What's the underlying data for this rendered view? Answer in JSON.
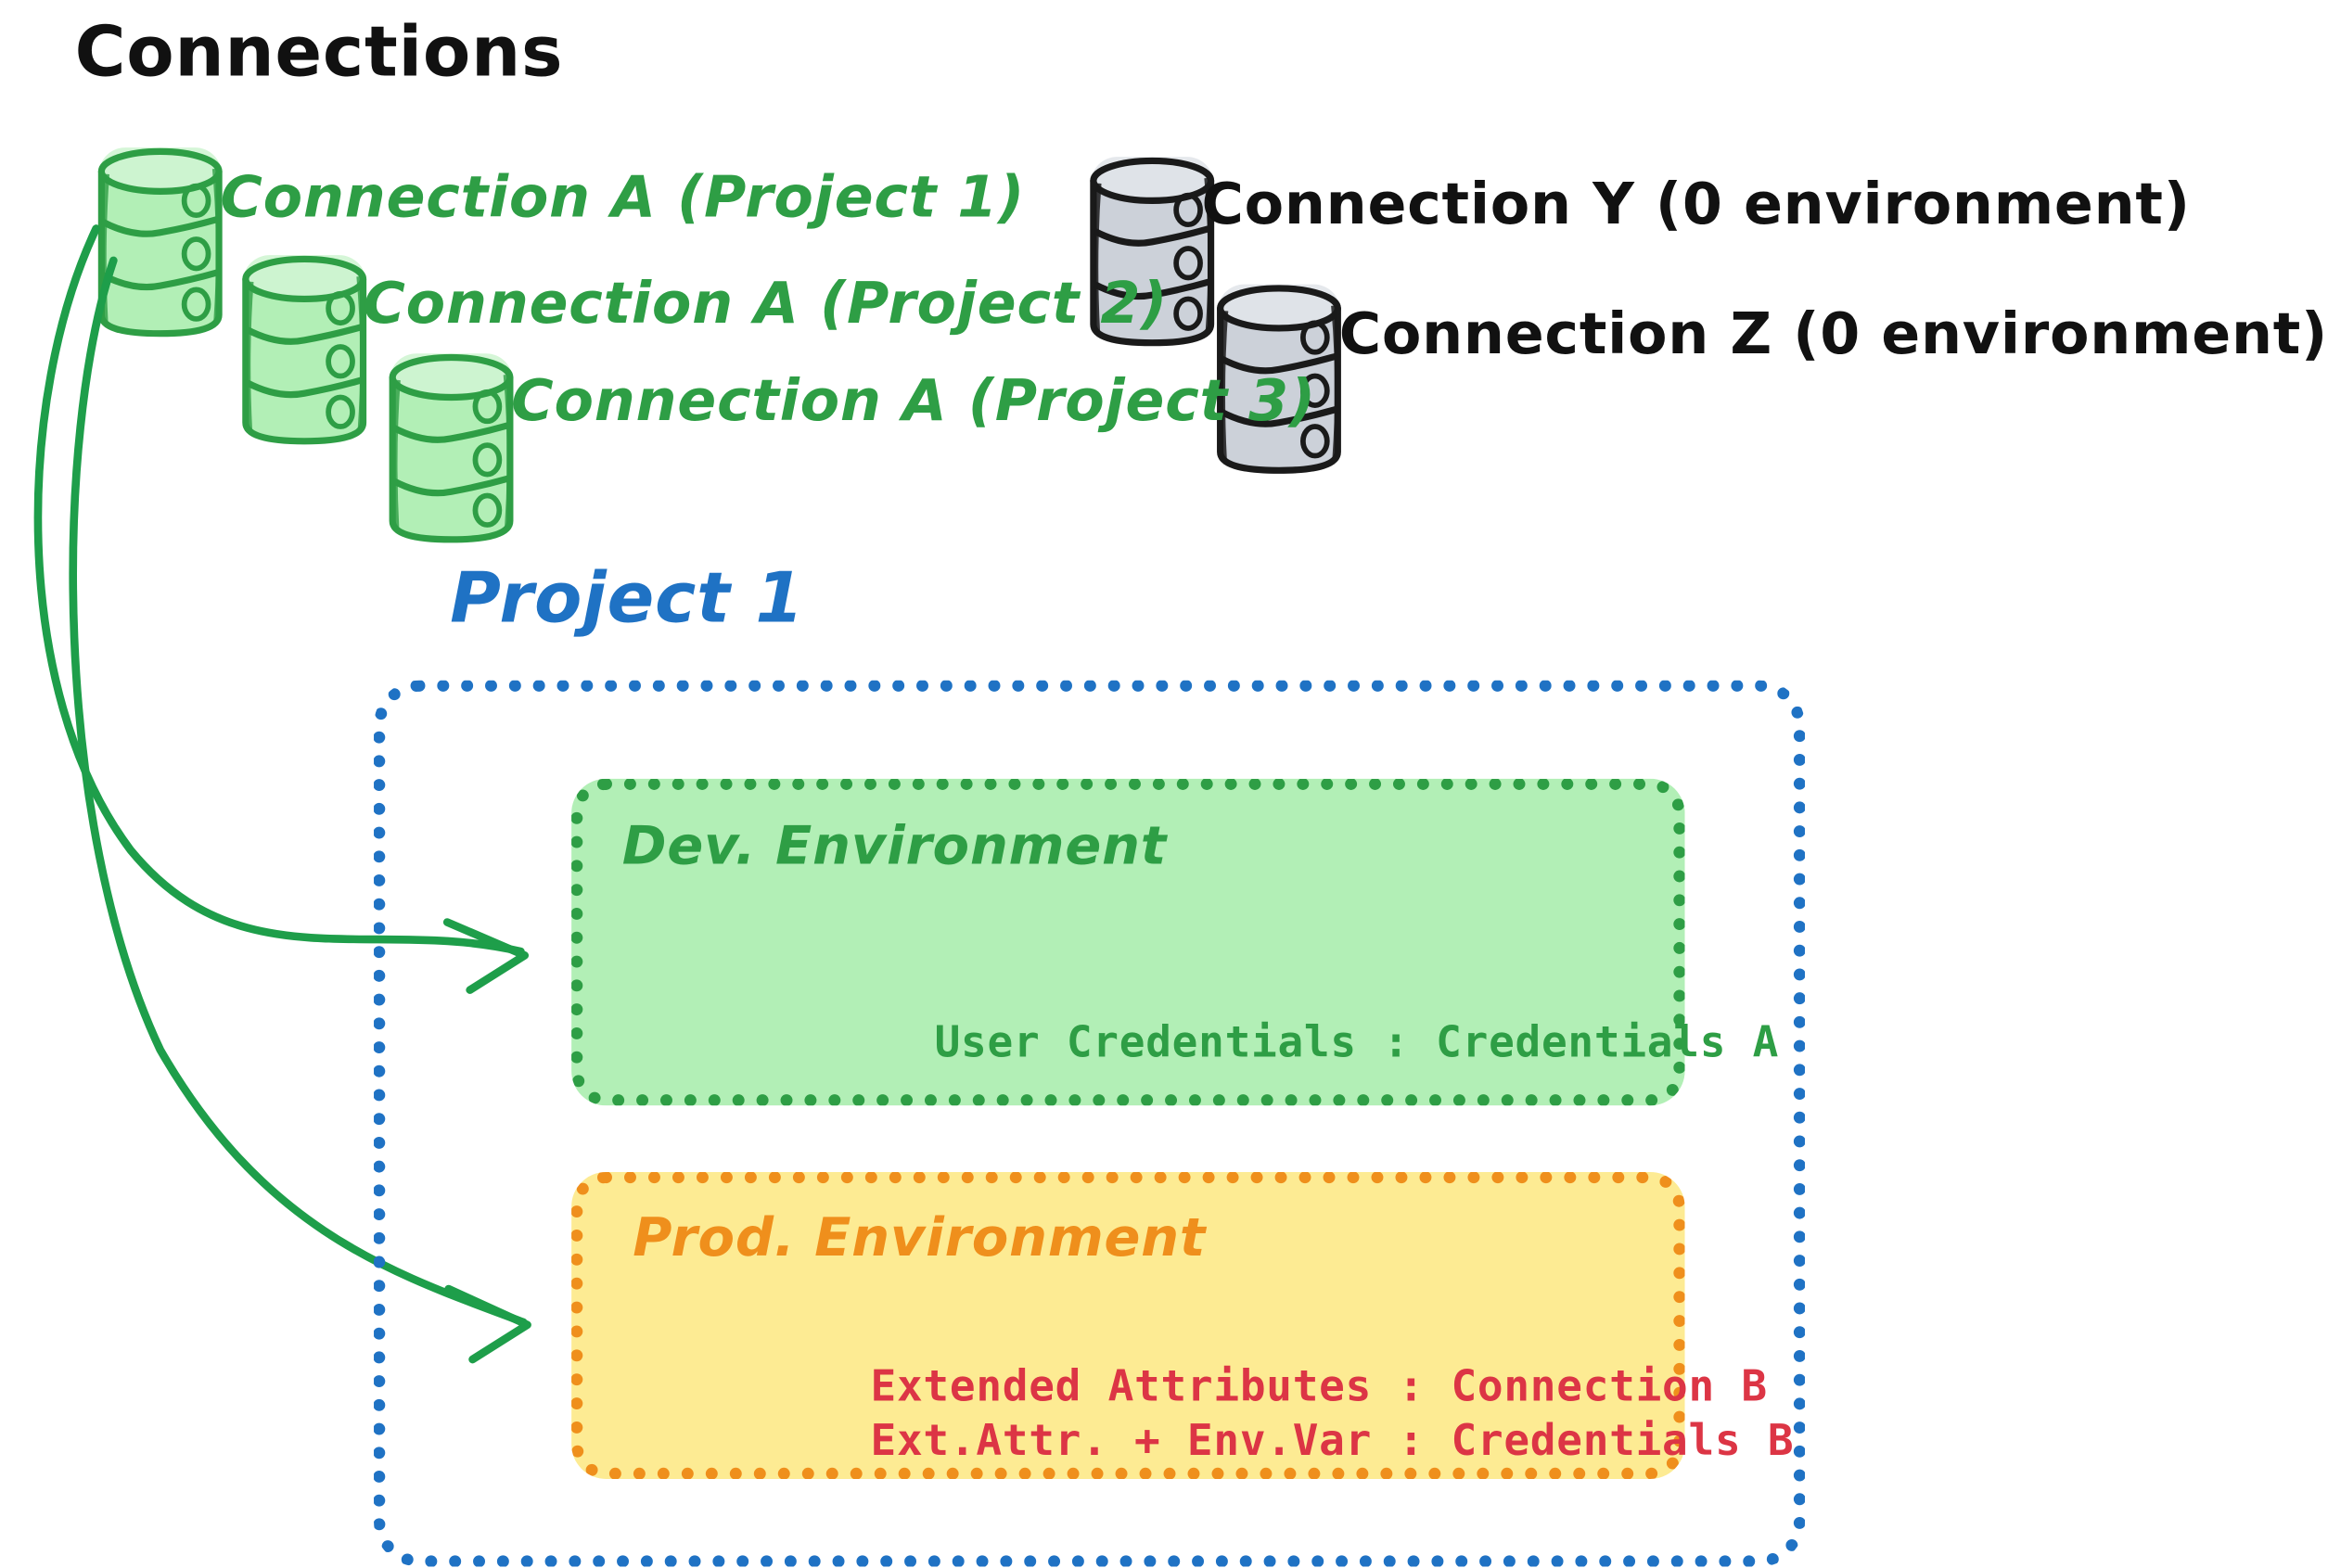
{
  "diagram": {
    "title": "Connections",
    "connections": {
      "green": [
        {
          "id": "conn-a-p1",
          "label": "Connection A (Project 1)"
        },
        {
          "id": "conn-a-p2",
          "label": "Connection A (Project 2)"
        },
        {
          "id": "conn-a-p3",
          "label": "Connection A (Project 3)"
        }
      ],
      "gray": [
        {
          "id": "conn-y",
          "label": "Connection Y (0 environment)"
        },
        {
          "id": "conn-z",
          "label": "Connection Z (0 environment)"
        }
      ]
    },
    "project": {
      "label": "Project 1",
      "environments": [
        {
          "id": "dev",
          "label": "Dev. Environment",
          "rows": [
            "User Credentials : Credentials A"
          ]
        },
        {
          "id": "prod",
          "label": "Prod. Environment",
          "rows": [
            "Extended Attributes : Connection B",
            "Ext.Attr. + Env.Var : Credentials B"
          ]
        }
      ]
    },
    "colors": {
      "green_stroke": "#2e9e45",
      "green_fill": "#b2efb6",
      "orange_stroke": "#ef8f1c",
      "orange_fill": "#fdeb93",
      "blue_stroke": "#1f72c4",
      "red_text": "#dc3545",
      "gray_fill": "#ccd1d9",
      "gray_stroke": "#1a1a1a",
      "title_text": "#111111"
    },
    "arrows": [
      {
        "id": "arrow-to-dev",
        "from": "conn-a-p1",
        "to": "dev"
      },
      {
        "id": "arrow-to-prod",
        "from": "conn-a-p1",
        "to": "prod"
      }
    ]
  }
}
